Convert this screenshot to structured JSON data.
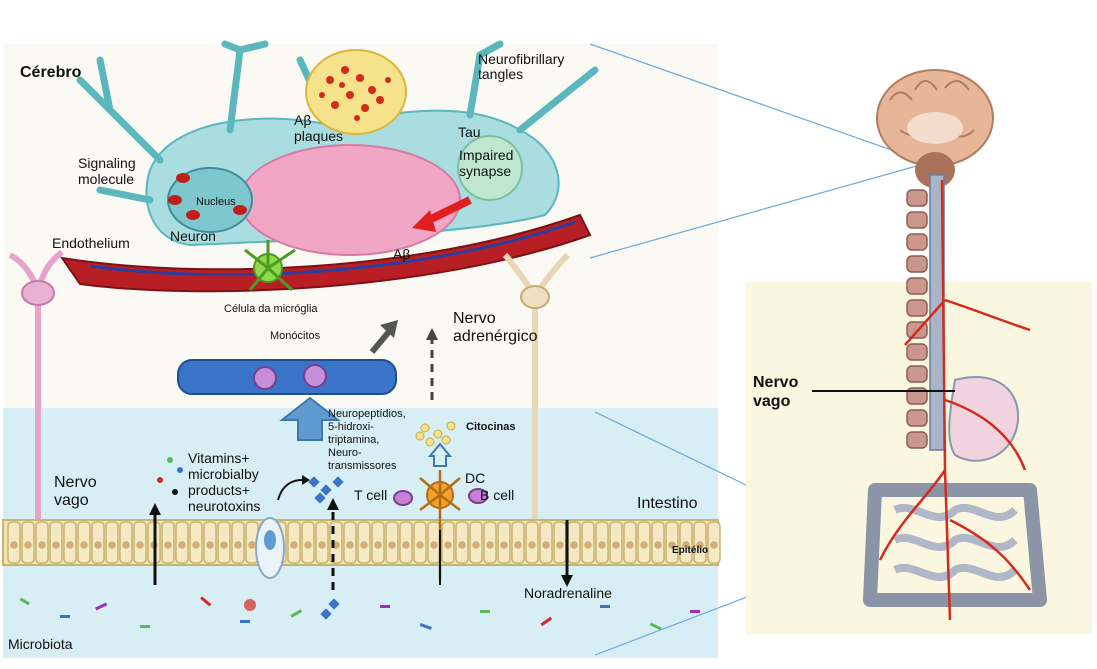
{
  "labels": {
    "cerebro": "Cérebro",
    "neurofibrillary_tangles": "Neurofibrillary\ntangles",
    "ab_plaques": "Aβ\nplaques",
    "tau": "Tau",
    "impaired_synapse": "Impaired\nsynapse",
    "signaling_molecule": "Signaling\nmolecule",
    "nucleus": "Nucleus",
    "neuron": "Neuron",
    "endothelium": "Endothelium",
    "ab": "Aβ",
    "celula_microglia": "Célula da micróglia",
    "nervo_adrenergico": "Nervo\nadrenérgico",
    "monocitos": "Monócitos",
    "neuropeptidios": "Neuropeptídios,\n5-hidroxi-\ntriptamina,\nNeuro-\ntransmissores",
    "citocinas": "Citocinas",
    "vitamins": "Vitamins+\nmicrobialby\nproducts+\nneurotoxins",
    "dc": "DC",
    "t_cell": "T cell",
    "b_cell": "B cell",
    "nervo_vago_left": "Nervo\nvago",
    "intestino": "Intestino",
    "epitelio": "Epitélio",
    "noradrenaline": "Noradrenaline",
    "microbiota": "Microbiota",
    "nervo_vago_right": "Nervo\nvago"
  },
  "colors": {
    "panel_bg": "#fbf9f4",
    "intestine_bg": "#d6eef4",
    "body_panel_bg": "#fbf6df",
    "neuron": "#a9dde0",
    "vessel": "#b81f24",
    "nerve_red": "#d42a20",
    "epithelium": "#f1e3b0",
    "monocyte_vessel": "#3a74c8",
    "guide_lines": "#6fa8d6"
  }
}
